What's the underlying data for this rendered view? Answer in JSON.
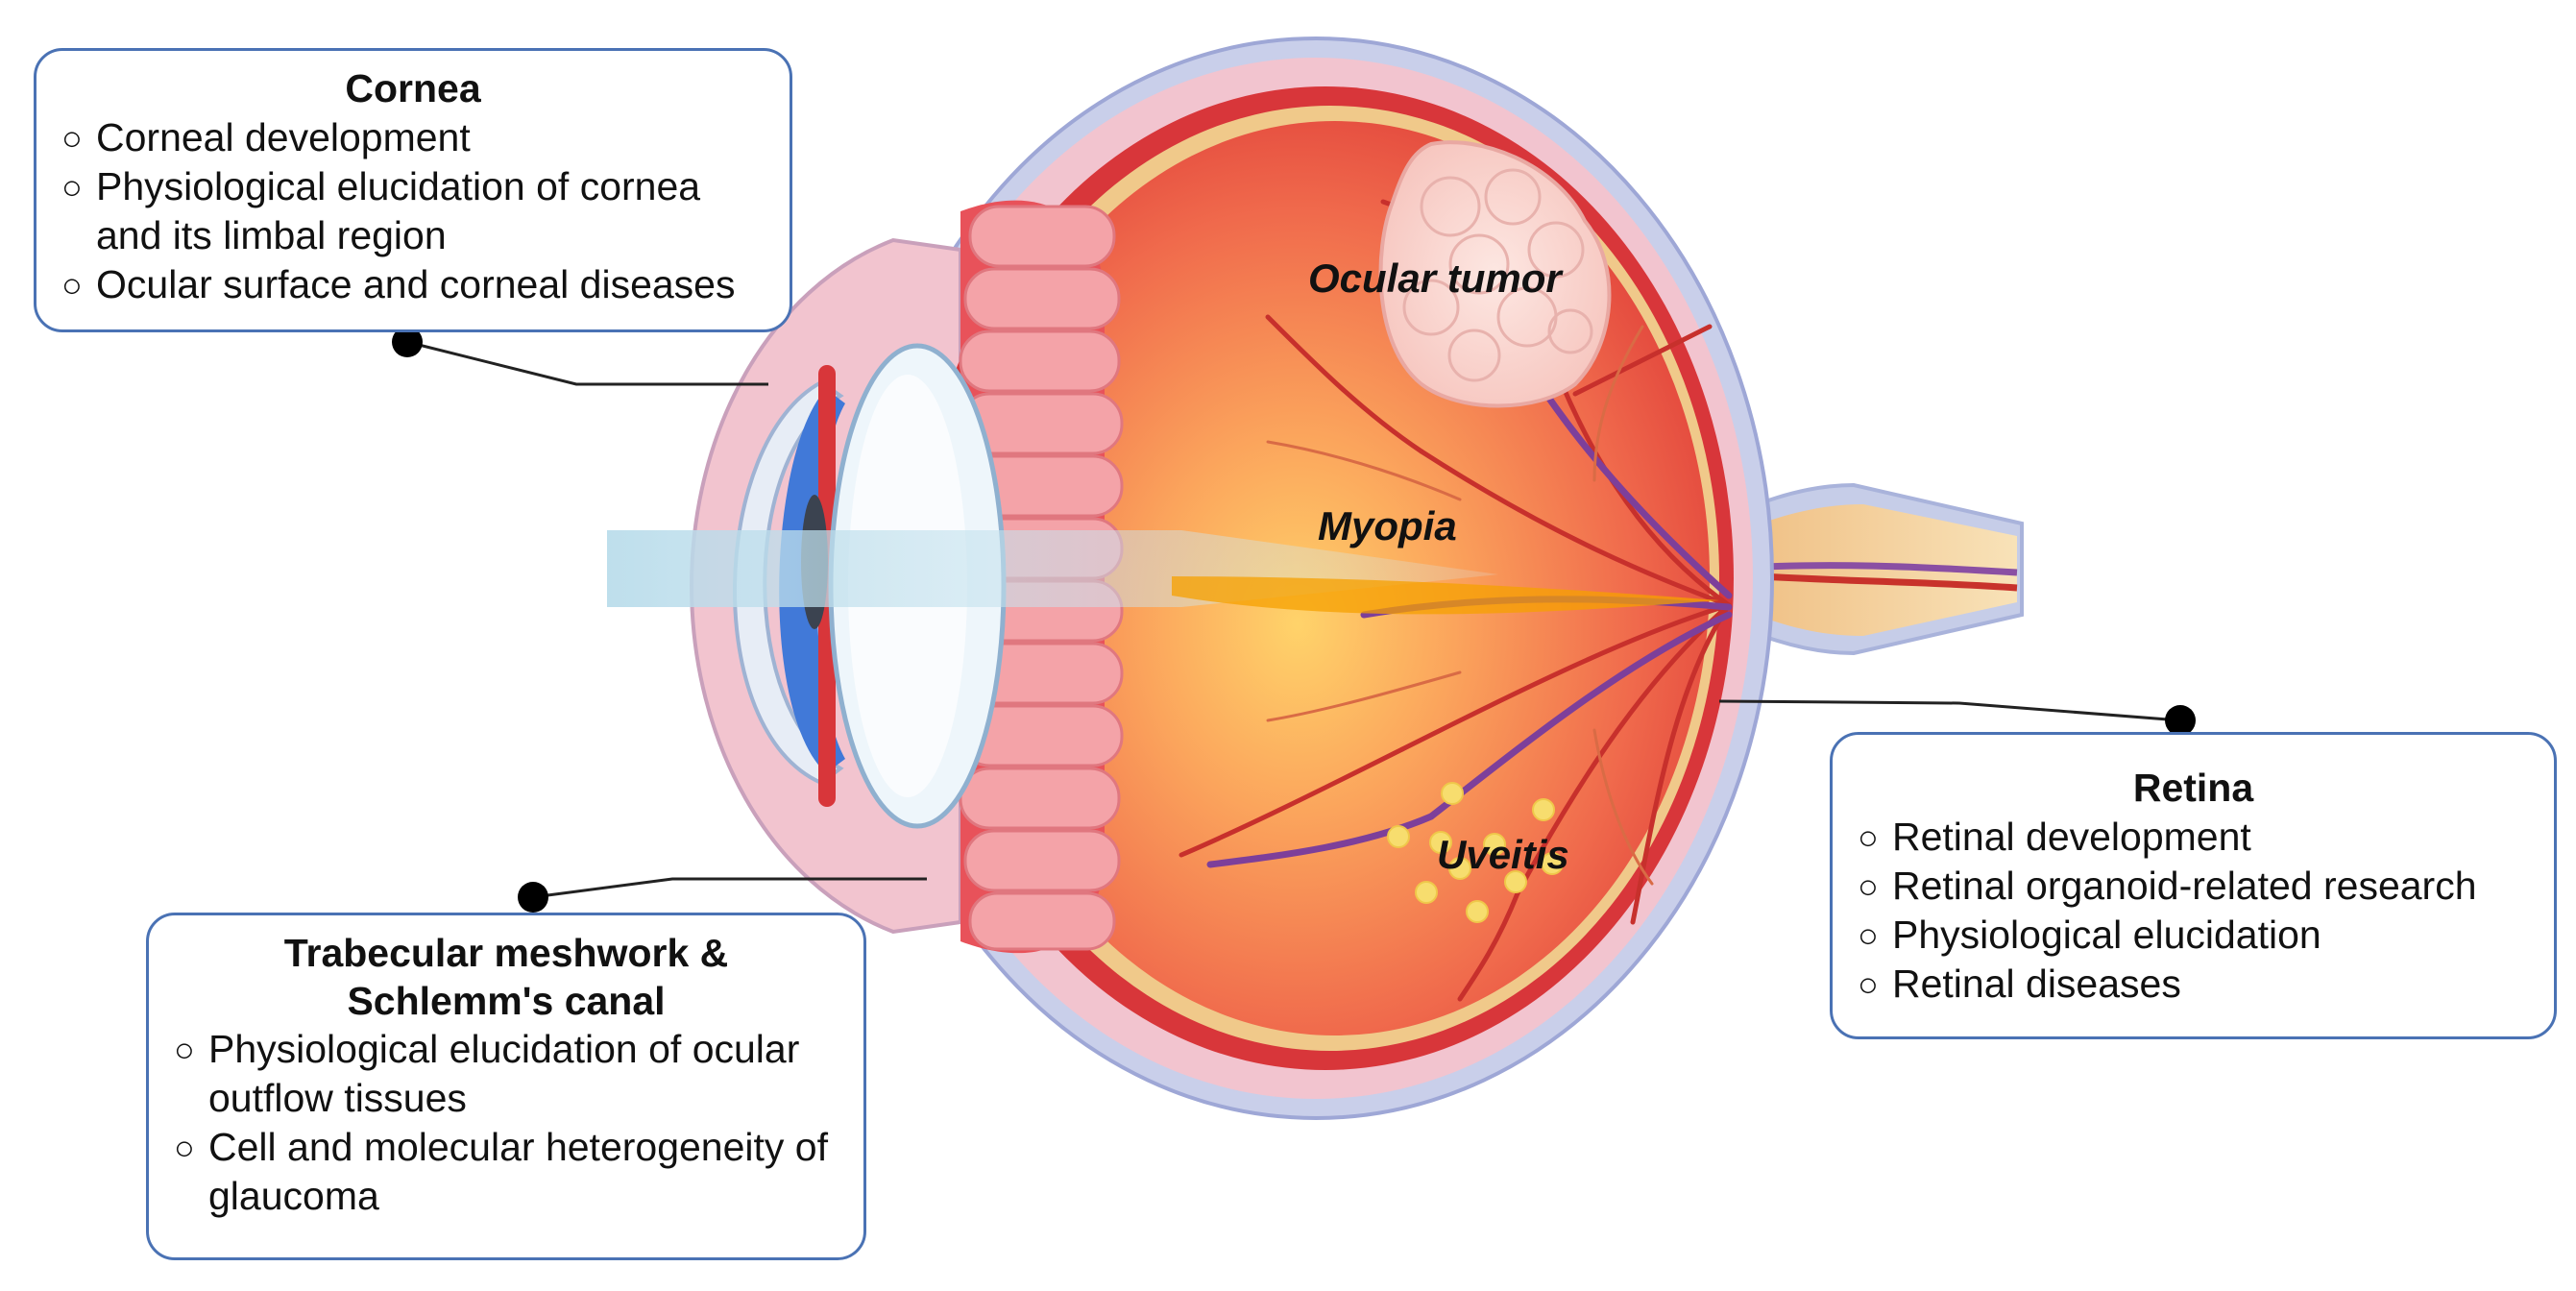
{
  "colors": {
    "box_border": "#4a72b4",
    "sclera": "#f1c2cf",
    "choroid": "#e0433e",
    "retina_fill": "#f07a5f",
    "cornea_blue": "#3d78d8",
    "lens": "#eaf4fb",
    "optic_nerve": "#f4d7a3",
    "uveitis_dots": "#f7dd6e",
    "light_beam": "#b9dcec"
  },
  "cornea_box": {
    "title": "Cornea",
    "items": [
      "Corneal development",
      "Physiological elucidation of cornea and its limbal region",
      "Ocular surface and corneal diseases"
    ]
  },
  "trabecular_box": {
    "title_line1": "Trabecular meshwork &",
    "title_line2": "Schlemm's canal",
    "items": [
      "Physiological elucidation of ocular outflow tissues",
      "Cell and molecular heterogeneity of glaucoma"
    ]
  },
  "retina_box": {
    "title": "Retina",
    "items": [
      "Retinal development",
      "Retinal organoid-related research",
      "Physiological elucidation",
      "Retinal diseases"
    ]
  },
  "eye_labels": {
    "ocular_tumor": "Ocular tumor",
    "myopia": "Myopia",
    "uveitis": "Uveitis"
  }
}
